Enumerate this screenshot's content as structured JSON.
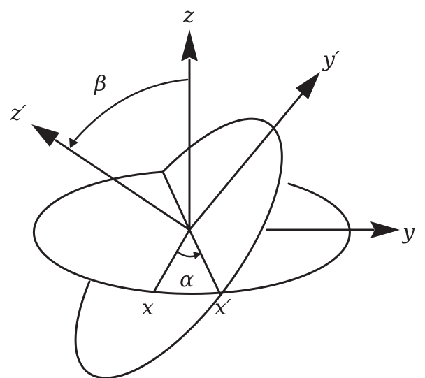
{
  "diagram": {
    "labels": {
      "z": "z",
      "z_prime": "z′",
      "y": "y",
      "y_prime": "y′",
      "x": "x",
      "x_prime": "x′",
      "alpha": "α",
      "beta": "β"
    },
    "colors": {
      "stroke": "#231f20",
      "background": "#ffffff"
    }
  }
}
